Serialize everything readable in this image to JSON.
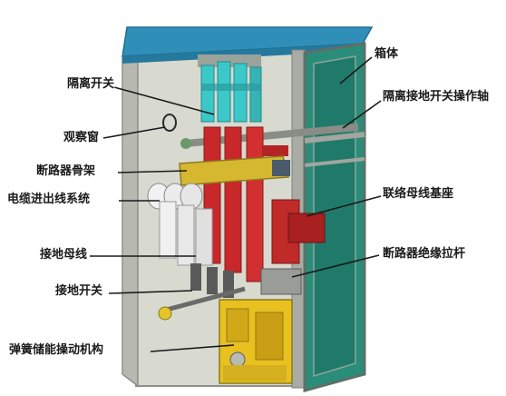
{
  "labels": {
    "left": [
      "隔离开关",
      "观察窗",
      "断路器骨架",
      "电缆进出线系统",
      "接地母线",
      "接地开关",
      "弹簧储能操动机构"
    ],
    "right": [
      "箱体",
      "隔离接地开关操作轴",
      "联络母线基座",
      "断路器绝缘拉杆"
    ]
  },
  "colors": {
    "roof": "#2f8fb8",
    "cabinet_frame": "#a9aca5",
    "cabinet_inner": "#d9d9d0",
    "door_panel": "#1f7a6a",
    "busbar_red": "#c8282a",
    "mechanism_yellow": "#e8c020",
    "insulator_cyan": "#3cc8c8",
    "leader_line": "#1a1a1a"
  }
}
